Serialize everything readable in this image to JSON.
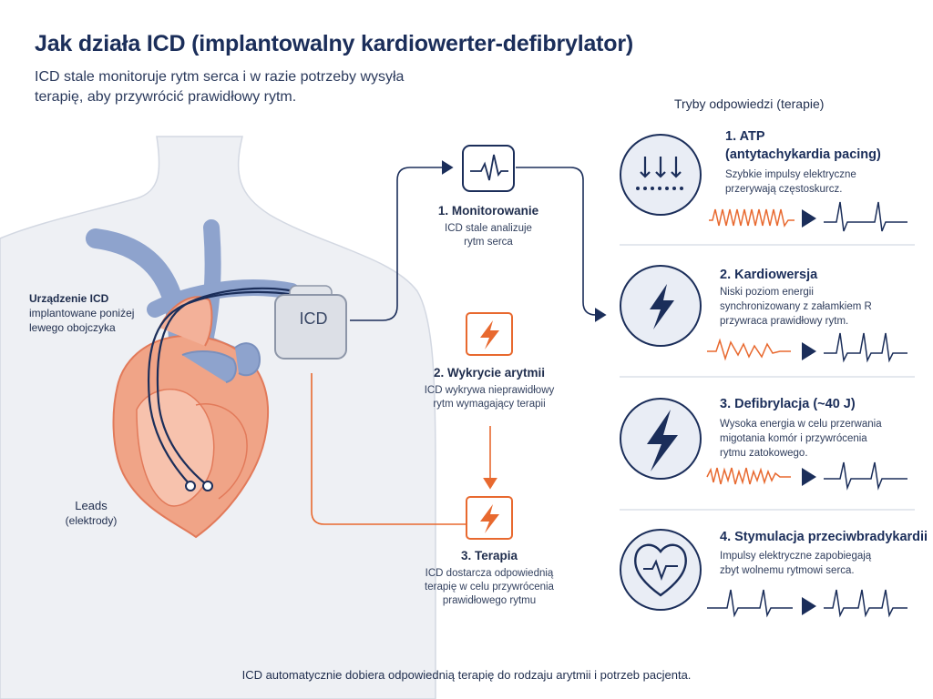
{
  "title": "Jak działa ICD (implantowalny kardiowerter-defibrylator)",
  "subtitle": "ICD stale monitoruje rytm serca i w razie potrzeby wysyła terapię, aby przywrócić prawidłowy rytm.",
  "device_label": {
    "heading": "Urządzenie ICD",
    "text": "implantowane poniżej lewego obojczyka"
  },
  "leads_label": {
    "heading": "Leads",
    "text": "(elektrody)"
  },
  "icd_box_label": "ICD",
  "steps": [
    {
      "title": "1. Monitorowanie",
      "desc": "ICD stale analizuje rytm serca"
    },
    {
      "title": "2. Wykrycie arytmii",
      "desc": "ICD wykrywa nieprawidłowy rytm wymagający terapii"
    },
    {
      "title": "3. Terapia",
      "desc": "ICD dostarcza odpowiednią terapię w celu przywrócenia prawidłowego rytmu"
    }
  ],
  "modes_header": "Tryby odpowiedzi (terapie)",
  "modes": [
    {
      "title": "1. ATP",
      "subtitle": "(antytachykardia pacing)",
      "desc": "Szybkie impulsy elektryczne przerywają częstoskurcz.",
      "icon": "pacing-pulses-icon"
    },
    {
      "title": "2. Kardiowersja",
      "desc": "Niski poziom energii synchronizowany z załamkiem R przywraca prawidłowy rytm.",
      "icon": "lightning-icon"
    },
    {
      "title": "3. Defibrylacja (~40 J)",
      "desc": "Wysoka energia w celu przerwania migotania komór i przywrócenia rytmu zatokowego.",
      "icon": "large-lightning-icon"
    },
    {
      "title": "4. Stymulacja przeciwbradykardii",
      "desc": "Impulsy elektryczne zapobiegają zbyt wolnemu rytmowi serca.",
      "icon": "heart-pulse-icon"
    }
  ],
  "footer": "ICD automatycznie dobiera odpowiednią terapię do rodzaju arytmii i potrzeb pacjenta.",
  "colors": {
    "navy": "#1b2e5a",
    "orange": "#e8692f",
    "vein_blue": "#8ea3cd",
    "heart_fill": "#f0a487",
    "heart_dark": "#e27a5a",
    "body_fill": "#eef0f4",
    "circle_fill": "#e9edf5"
  }
}
